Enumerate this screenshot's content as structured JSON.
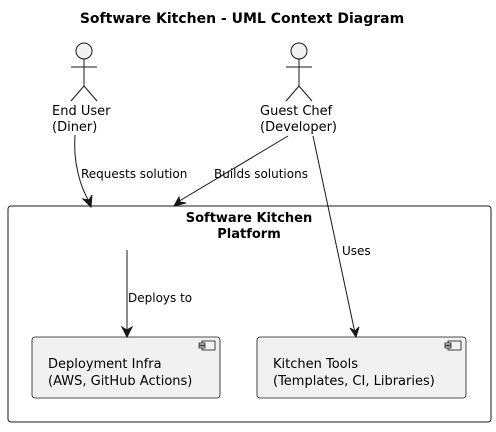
{
  "diagram": {
    "title": "Software Kitchen - UML Context Diagram",
    "actors": {
      "end_user": {
        "line1": "End User",
        "line2": "(Diner)"
      },
      "guest_chef": {
        "line1": "Guest Chef",
        "line2": "(Developer)"
      }
    },
    "platform": {
      "line1": "Software Kitchen",
      "line2": "Platform"
    },
    "components": {
      "deployment_infra": {
        "line1": "Deployment Infra",
        "line2": "(AWS, GitHub Actions)"
      },
      "kitchen_tools": {
        "line1": "Kitchen Tools",
        "line2": "(Templates, CI, Libraries)"
      }
    },
    "edges": {
      "requests_solution": "Requests solution",
      "builds_solutions": "Builds solutions",
      "uses": "Uses",
      "deploys_to": "Deploys to"
    }
  }
}
